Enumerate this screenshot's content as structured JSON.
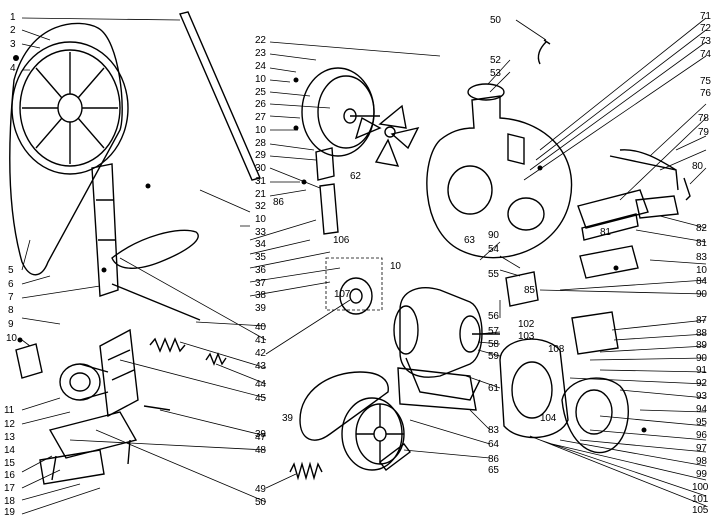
{
  "labels": {
    "l1": "1",
    "l2": "2",
    "l3": "3",
    "l4": "4",
    "l5": "5",
    "l6": "6",
    "l7": "7",
    "l8": "8",
    "l9": "9",
    "l10a": "10",
    "l10b": "10",
    "l10c": "10",
    "l10d": "10",
    "l10e": "10",
    "l10f": "10",
    "l11": "11",
    "l12": "12",
    "l13": "13",
    "l14": "14",
    "l15": "15",
    "l16": "16",
    "l17": "17",
    "l18": "18",
    "l19": "19",
    "l21": "21",
    "l22": "22",
    "l23": "23",
    "l24": "24",
    "l25": "25",
    "l26": "26",
    "l27": "27",
    "l28": "28",
    "l29": "29",
    "l30": "30",
    "l31": "31",
    "l32": "32",
    "l33": "33",
    "l34": "34",
    "l35": "35",
    "l36": "36",
    "l37": "37",
    "l38": "38",
    "l39a": "39",
    "l39b": "39",
    "l39c": "39",
    "l40": "40",
    "l41": "41",
    "l42": "42",
    "l43": "43",
    "l44": "44",
    "l45": "45",
    "l47": "47",
    "l48": "48",
    "l49": "49",
    "l50a": "50",
    "l50b": "50",
    "l52": "52",
    "l53": "53",
    "l54": "54",
    "l55": "55",
    "l56": "56",
    "l57": "57",
    "l58": "58",
    "l59": "59",
    "l61": "61",
    "l62": "62",
    "l63": "63",
    "l64": "64",
    "l65": "65",
    "l71": "71",
    "l72": "72",
    "l73": "73",
    "l74": "74",
    "l75": "75",
    "l76": "76",
    "l78": "78",
    "l79": "79",
    "l80": "80",
    "l81a": "81",
    "l81b": "81",
    "l82": "82",
    "l83a": "83",
    "l83b": "83",
    "l84": "84",
    "l85": "85",
    "l86a": "86",
    "l86b": "86",
    "l87": "87",
    "l88": "88",
    "l89": "89",
    "l90a": "90",
    "l90b": "90",
    "l90c": "90",
    "l91": "91",
    "l92": "92",
    "l93": "93",
    "l94": "94",
    "l95": "95",
    "l96": "96",
    "l97": "97",
    "l98": "98",
    "l99": "99",
    "l100": "100",
    "l101": "101",
    "l102": "102",
    "l103": "103",
    "l104": "104",
    "l105": "105",
    "l106": "106",
    "l107": "107",
    "l108": "108"
  }
}
